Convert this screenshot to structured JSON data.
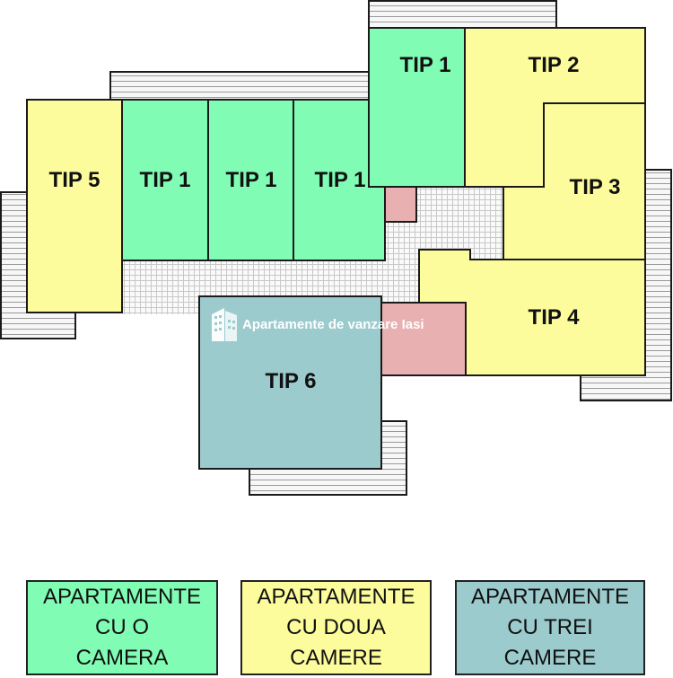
{
  "colors": {
    "one_room": "#80fcb4",
    "two_rooms": "#fdfc9c",
    "three_rooms": "#9ccbcd",
    "utility": "#e8b0b0",
    "balcony": "#eeeeee",
    "corridor": "#ececec",
    "outline": "#1a1a1a"
  },
  "plan": {
    "rooms": {
      "tip5": "TIP 5",
      "tip1_a": "TIP 1",
      "tip1_b": "TIP 1",
      "tip1_c": "TIP 1",
      "tip1_top": "TIP 1",
      "tip2": "TIP 2",
      "tip3": "TIP 3",
      "tip4": "TIP 4",
      "tip6": "TIP 6"
    },
    "watermark": {
      "text": "Apartamente de vanzare Iasi",
      "icon": "building-icon"
    }
  },
  "legend": {
    "one_room": [
      "APARTAMENTE",
      "CU O",
      "CAMERA"
    ],
    "two_rooms": [
      "APARTAMENTE",
      "CU DOUA",
      "CAMERE"
    ],
    "three_rooms": [
      "APARTAMENTE",
      "CU TREI",
      "CAMERE"
    ]
  }
}
